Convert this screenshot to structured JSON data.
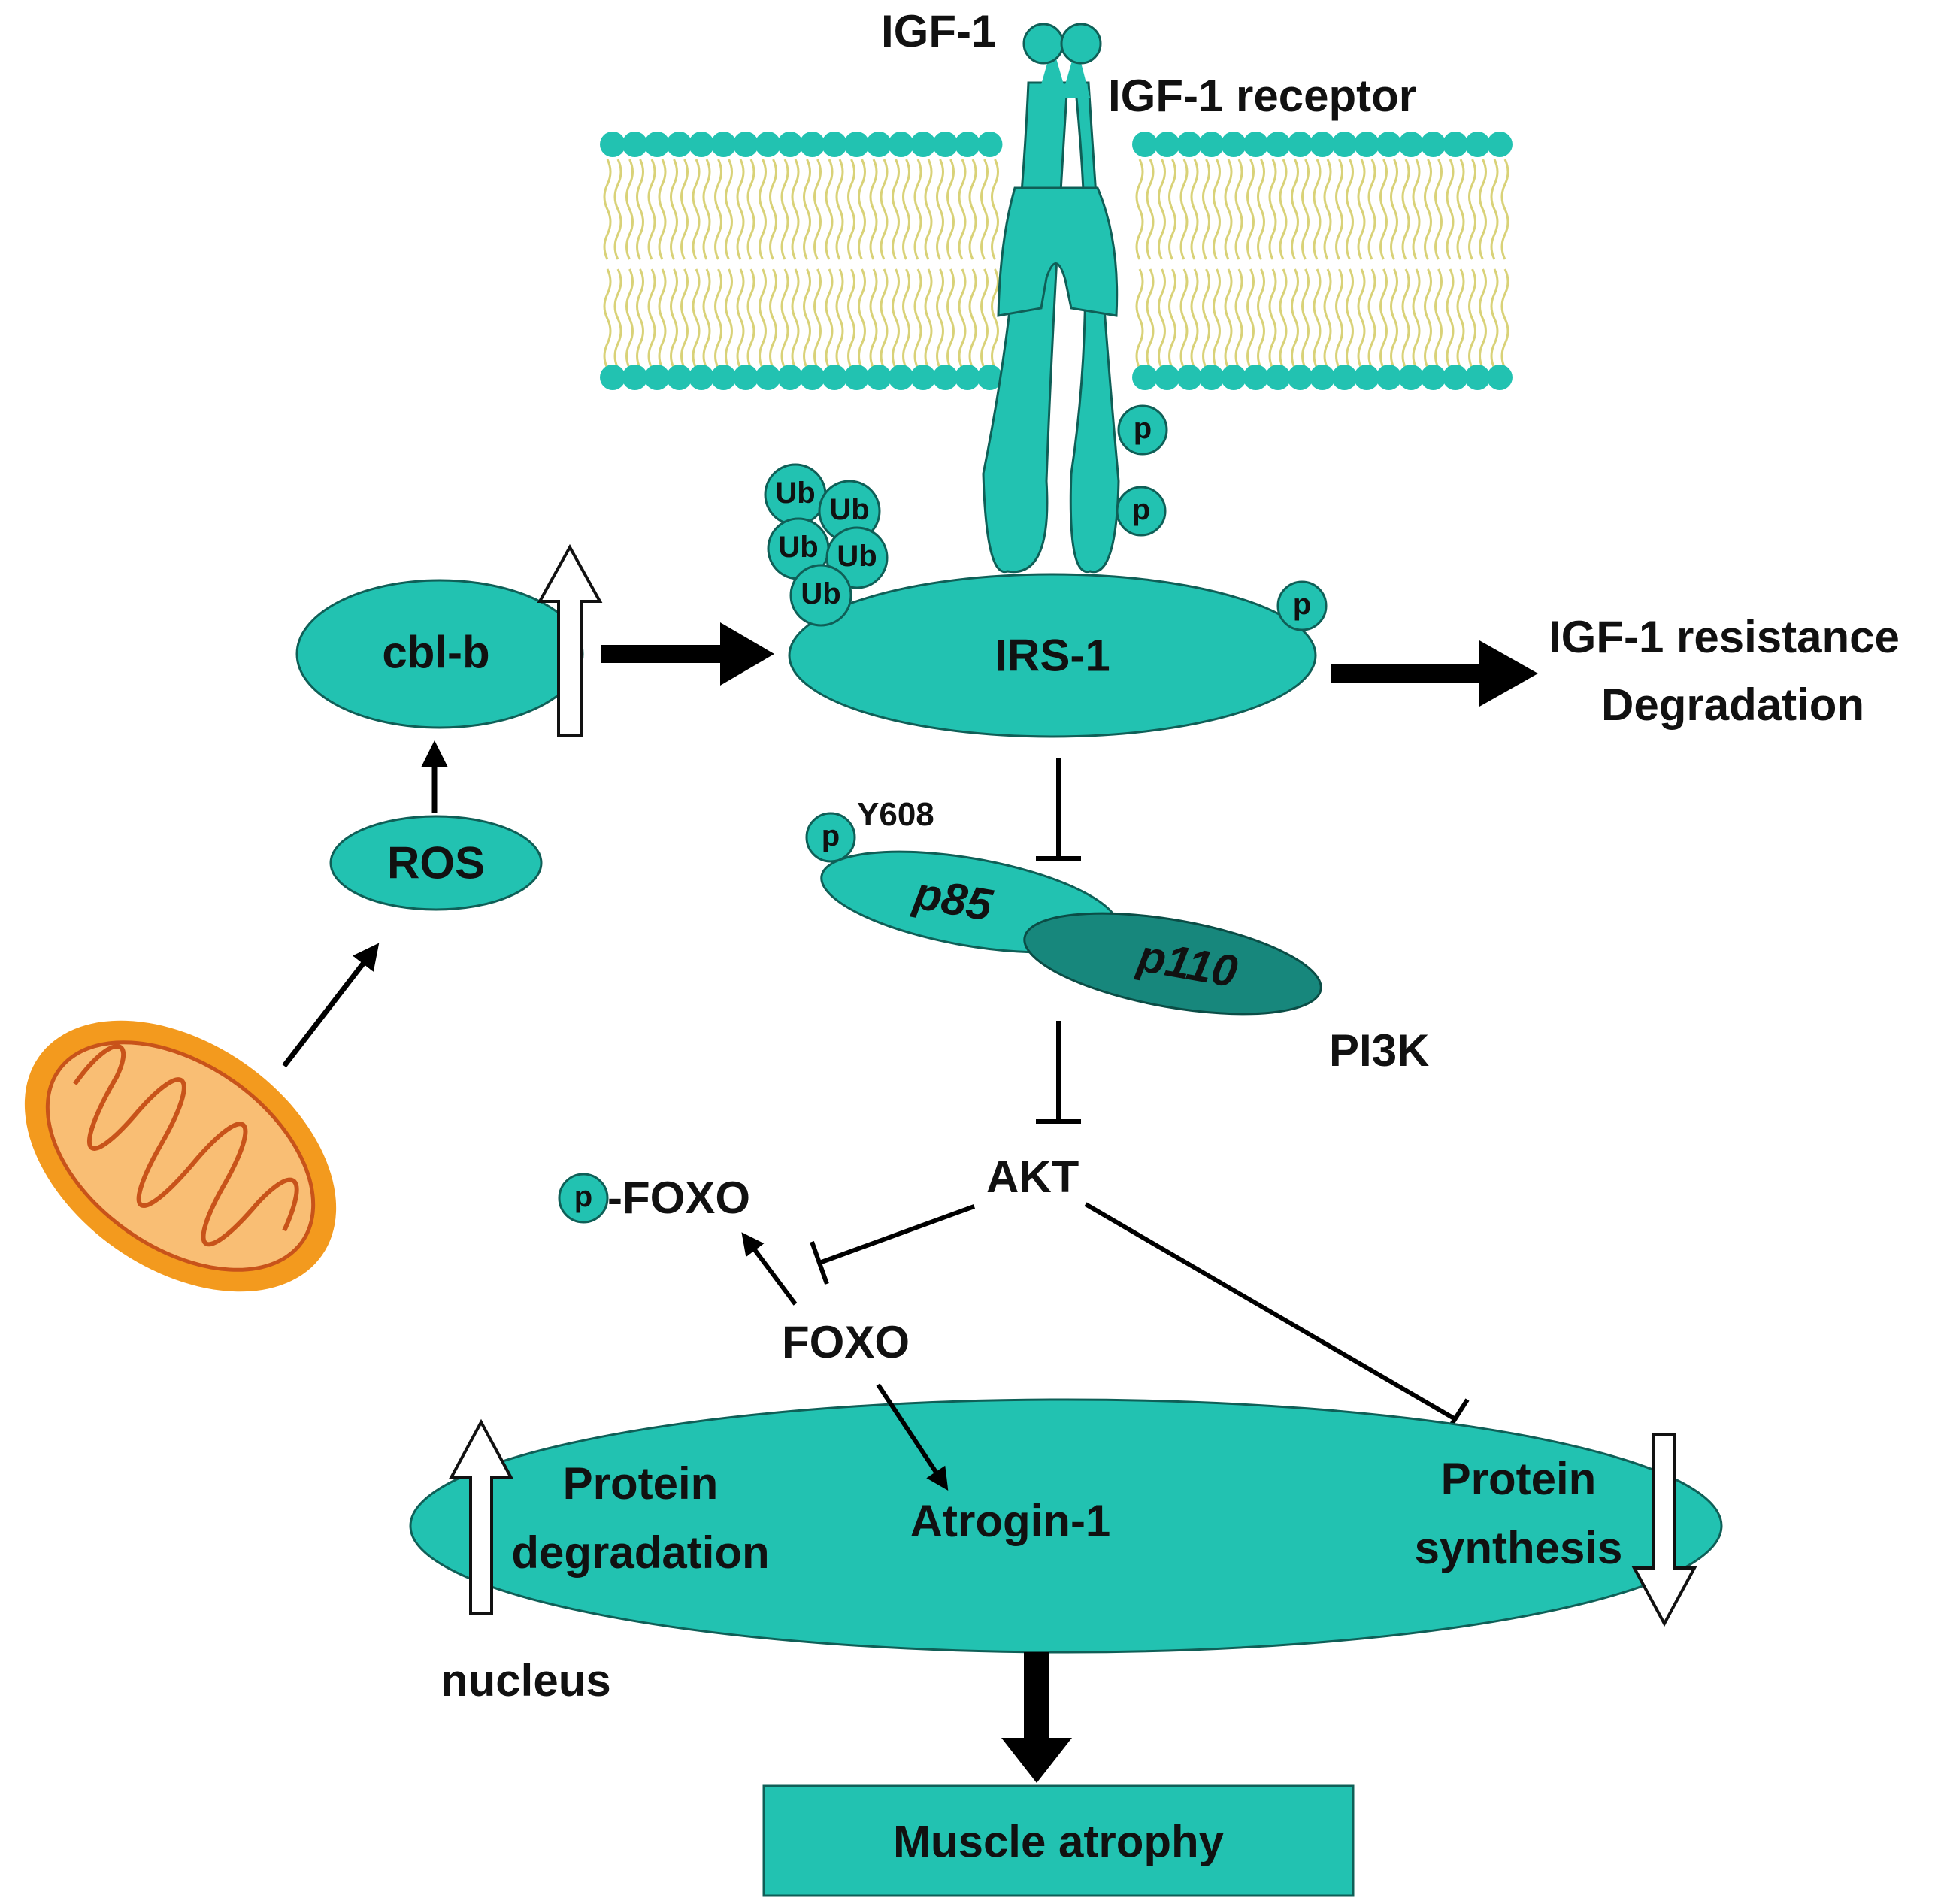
{
  "labels": {
    "igf1": "IGF-1",
    "igf1_receptor": "IGF-1 receptor",
    "cblb": "cbl-b",
    "ros": "ROS",
    "irs1": "IRS-1",
    "ub": "Ub",
    "p": "p",
    "igf1_resistance": "IGF-1 resistance",
    "degradation": "Degradation",
    "y608": "Y608",
    "p85": "p85",
    "p110": "p110",
    "pi3k": "PI3K",
    "akt": "AKT",
    "p_foxo": "-FOXO",
    "foxo": "FOXO",
    "protein": "Protein",
    "degradation_lower": "degradation",
    "atrogin1": "Atrogin-1",
    "synthesis": "synthesis",
    "nucleus": "nucleus",
    "muscle_atrophy": "Muscle atrophy"
  },
  "colors": {
    "teal": "#22c2b1",
    "dark_teal": "#17877c",
    "lipid_tail": "#d9d278",
    "mito_outer": "#f39a1e",
    "mito_inner": "#f9be74",
    "mito_line": "#c8531a"
  },
  "icons": {
    "mitochondrion": "mitochondrion-icon"
  }
}
